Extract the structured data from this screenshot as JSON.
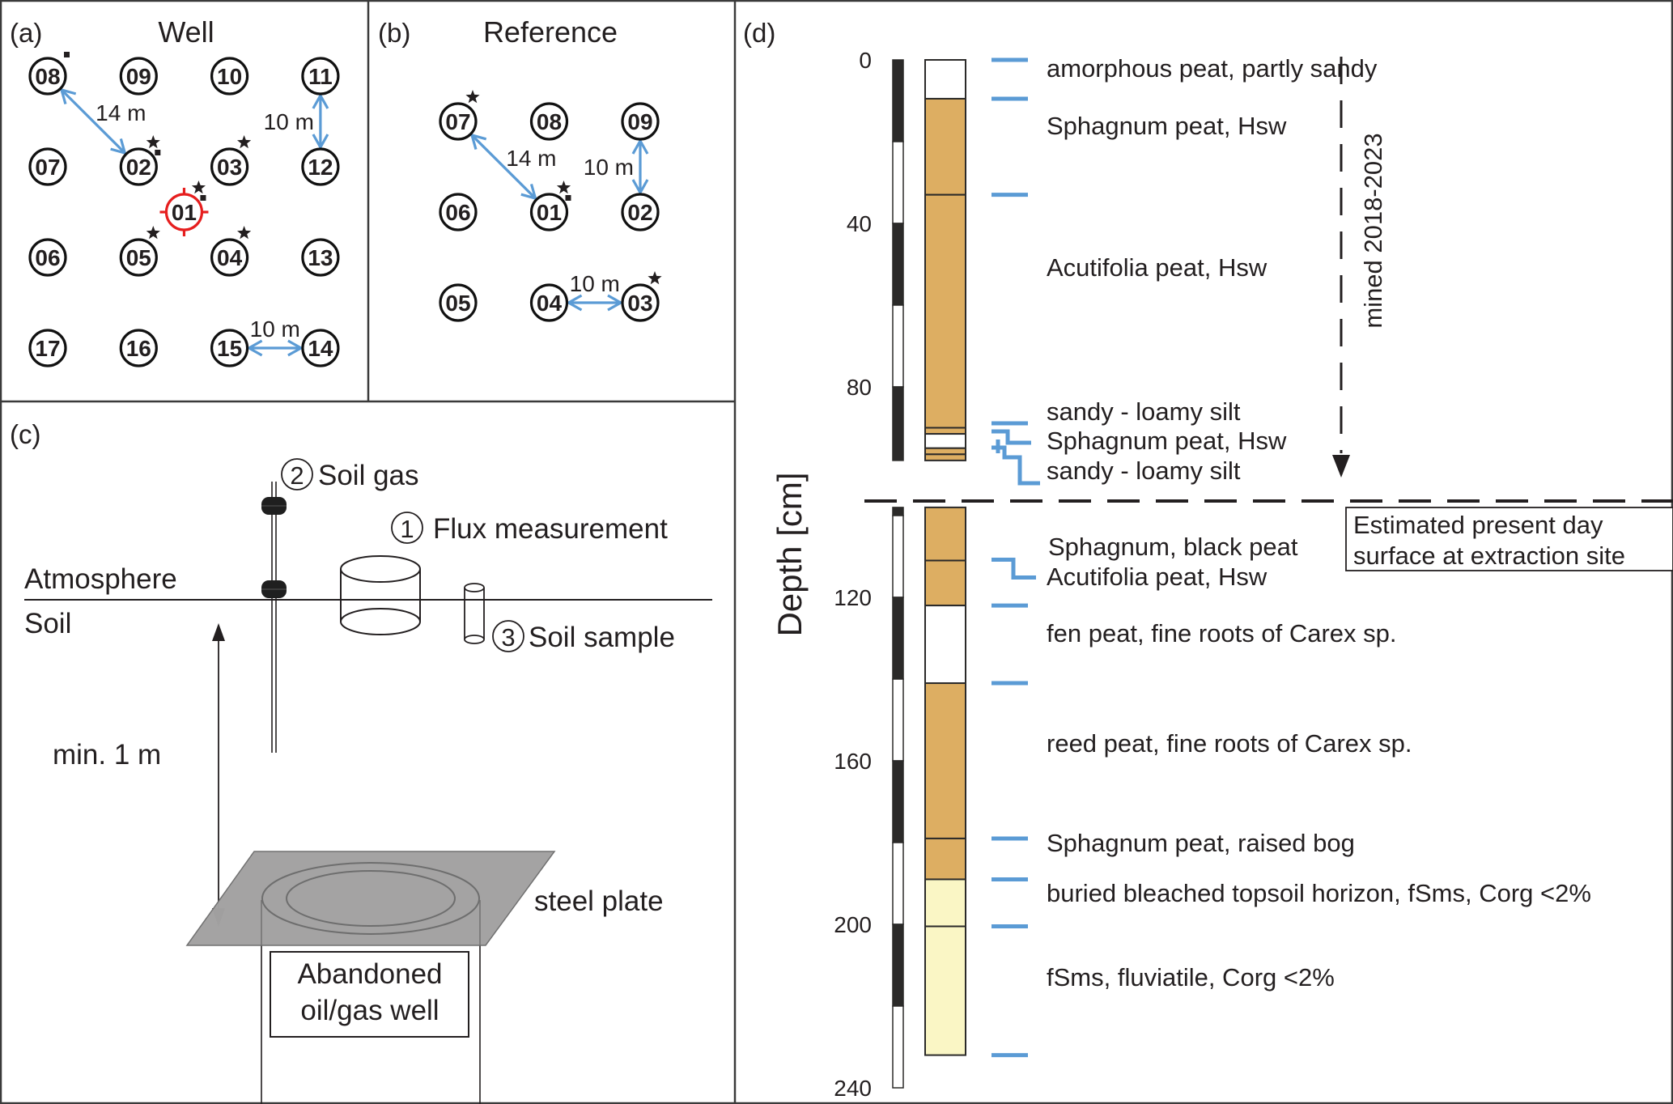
{
  "figure": {
    "panels": {
      "a": {
        "tag": "(a)",
        "title": "Well",
        "wells": [
          {
            "id": "08",
            "row": 0,
            "col": 0,
            "star": false,
            "square": true,
            "highlight": false
          },
          {
            "id": "09",
            "row": 0,
            "col": 1,
            "star": false,
            "square": false,
            "highlight": false
          },
          {
            "id": "10",
            "row": 0,
            "col": 2,
            "star": false,
            "square": false,
            "highlight": false
          },
          {
            "id": "11",
            "row": 0,
            "col": 3,
            "star": false,
            "square": false,
            "highlight": false
          },
          {
            "id": "07",
            "row": 1,
            "col": 0,
            "star": false,
            "square": false,
            "highlight": false
          },
          {
            "id": "02",
            "row": 1,
            "col": 1,
            "star": true,
            "square": true,
            "highlight": false
          },
          {
            "id": "03",
            "row": 1,
            "col": 2,
            "star": true,
            "square": false,
            "highlight": false
          },
          {
            "id": "12",
            "row": 1,
            "col": 3,
            "star": false,
            "square": false,
            "highlight": false
          },
          {
            "id": "01",
            "row": 1.5,
            "col": 1.5,
            "star": true,
            "square": true,
            "highlight": true
          },
          {
            "id": "06",
            "row": 2,
            "col": 0,
            "star": false,
            "square": false,
            "highlight": false
          },
          {
            "id": "05",
            "row": 2,
            "col": 1,
            "star": true,
            "square": false,
            "highlight": false
          },
          {
            "id": "04",
            "row": 2,
            "col": 2,
            "star": true,
            "square": false,
            "highlight": false
          },
          {
            "id": "13",
            "row": 2,
            "col": 3,
            "star": false,
            "square": false,
            "highlight": false
          },
          {
            "id": "17",
            "row": 3,
            "col": 0,
            "star": false,
            "square": false,
            "highlight": false
          },
          {
            "id": "16",
            "row": 3,
            "col": 1,
            "star": false,
            "square": false,
            "highlight": false
          },
          {
            "id": "15",
            "row": 3,
            "col": 2,
            "star": false,
            "square": false,
            "highlight": false
          },
          {
            "id": "14",
            "row": 3,
            "col": 3,
            "star": false,
            "square": false,
            "highlight": false
          }
        ],
        "distances": [
          {
            "from": "08",
            "to": "02",
            "label": "14 m"
          },
          {
            "from": "11",
            "to": "12",
            "label": "10 m"
          },
          {
            "from": "15",
            "to": "14",
            "label": "10 m"
          }
        ]
      },
      "b": {
        "tag": "(b)",
        "title": "Reference",
        "wells": [
          {
            "id": "07",
            "row": 0,
            "col": 0,
            "star": true,
            "square": false
          },
          {
            "id": "08",
            "row": 0,
            "col": 1,
            "star": false,
            "square": false
          },
          {
            "id": "09",
            "row": 0,
            "col": 2,
            "star": false,
            "square": false
          },
          {
            "id": "06",
            "row": 1,
            "col": 0,
            "star": false,
            "square": false
          },
          {
            "id": "01",
            "row": 1,
            "col": 1,
            "star": true,
            "square": true
          },
          {
            "id": "02",
            "row": 1,
            "col": 2,
            "star": false,
            "square": false
          },
          {
            "id": "05",
            "row": 2,
            "col": 0,
            "star": false,
            "square": false
          },
          {
            "id": "04",
            "row": 2,
            "col": 1,
            "star": false,
            "square": false
          },
          {
            "id": "03",
            "row": 2,
            "col": 2,
            "star": true,
            "square": false
          }
        ],
        "distances": [
          {
            "from": "07",
            "to": "01",
            "label": "14 m"
          },
          {
            "from": "09",
            "to": "02",
            "label": "10 m"
          },
          {
            "from": "04",
            "to": "03",
            "label": "10 m"
          }
        ]
      },
      "c": {
        "tag": "(c)",
        "soil_gas": {
          "num": "2",
          "label": "Soil gas"
        },
        "flux": {
          "num": "1",
          "label": "Flux measurement"
        },
        "soil_sample": {
          "num": "3",
          "label": "Soil sample"
        },
        "atmosphere": "Atmosphere",
        "soil": "Soil",
        "min_distance": "min. 1 m",
        "steel_plate": "steel plate",
        "well_label_line1": "Abandoned",
        "well_label_line2": "oil/gas well",
        "plate_color": "#a3a2a2"
      },
      "d": {
        "tag": "(d)",
        "axis_title": "Depth [cm]",
        "ticks": [
          "0",
          "40",
          "80",
          "120",
          "160",
          "200",
          "240"
        ],
        "mined_label": "mined 2018-2023",
        "surface_box_line1": "Estimated present day",
        "surface_box_line2": "surface at extraction site",
        "colors": {
          "peat": "#ddae62",
          "sand": "#faf6c5",
          "white": "#ffffff",
          "sample_mark": "#5b9bd5"
        },
        "descriptions": [
          "amorphous peat, partly sandy",
          "Sphagnum peat, Hsw",
          "Acutifolia peat, Hsw",
          "sandy - loamy silt",
          "Sphagnum peat, Hsw",
          "sandy - loamy silt",
          "Sphagnum, black peat",
          "Acutifolia peat, Hsw",
          "fen peat, fine roots of Carex sp.",
          "reed peat, fine roots of Carex sp.",
          "Sphagnum peat, raised bog",
          "buried bleached topsoil horizon, fSms, Corg <2%",
          "fSms, fluviatile, Corg <2%"
        ]
      }
    }
  },
  "chart_data": {
    "type": "table",
    "title": "Soil profile (d)",
    "ylabel": "Depth [cm]",
    "ylim": [
      0,
      240
    ],
    "tick_labels": [
      "0",
      "40",
      "80",
      "120",
      "160",
      "200",
      "240"
    ],
    "upper_section_cm": [
      0,
      98
    ],
    "lower_section_cm": [
      98,
      240
    ],
    "present_surface_depth_cm": 98,
    "mined_years": "2018-2023",
    "layers": [
      {
        "top": 0,
        "bottom": 9.5,
        "fill": "white",
        "description": "amorphous peat, partly sandy"
      },
      {
        "top": 9.5,
        "bottom": 33,
        "fill": "peat",
        "description": "Sphagnum peat, Hsw"
      },
      {
        "top": 33,
        "bottom": 90,
        "fill": "peat",
        "description": "Acutifolia peat, Hsw"
      },
      {
        "top": 90,
        "bottom": 91.5,
        "fill": "peat",
        "description": "sandy - loamy silt"
      },
      {
        "top": 91.5,
        "bottom": 95,
        "fill": "white",
        "description": "Sphagnum peat, Hsw"
      },
      {
        "top": 95,
        "bottom": 96.5,
        "fill": "peat",
        "description": "sandy - loamy silt"
      },
      {
        "top": 96.5,
        "bottom": 98,
        "fill": "peat",
        "description": ""
      },
      {
        "top": 98,
        "bottom": 111,
        "fill": "peat",
        "description": "Sphagnum, black peat"
      },
      {
        "top": 111,
        "bottom": 122,
        "fill": "peat",
        "description": "Acutifolia peat, Hsw"
      },
      {
        "top": 122,
        "bottom": 141,
        "fill": "white",
        "description": "fen peat, fine roots of Carex sp."
      },
      {
        "top": 141,
        "bottom": 179,
        "fill": "peat",
        "description": "reed peat, fine roots of Carex sp."
      },
      {
        "top": 179,
        "bottom": 189,
        "fill": "peat",
        "description": "Sphagnum peat, raised bog"
      },
      {
        "top": 189,
        "bottom": 200.5,
        "fill": "sand",
        "description": "buried bleached topsoil horizon, fSms, Corg <2%"
      },
      {
        "top": 200.5,
        "bottom": 232,
        "fill": "sand",
        "description": "fSms, fluviatile, Corg <2%"
      }
    ],
    "sample_marks_cm": [
      0,
      9.5,
      33,
      90,
      91.5,
      93.5,
      95.5,
      97.5,
      111,
      122,
      141,
      179,
      189,
      200.5,
      232
    ]
  }
}
